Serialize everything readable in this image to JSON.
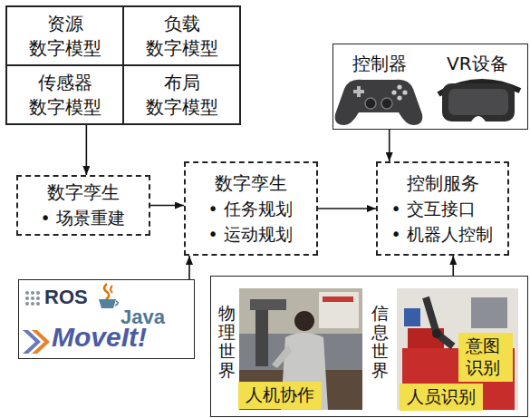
{
  "diagram": {
    "nodes": [
      {
        "text": [
          "资源 数字模型"
        ]
      },
      {
        "text": [
          "负载 数字模型"
        ]
      },
      {
        "text": [
          "传感器 数字模型"
        ]
      },
      {
        "text": [
          "布局 数字模型"
        ]
      },
      {
        "text": [
          "控制器",
          "VR设备"
        ]
      },
      {
        "text": [
          "数字孪生",
          "• 场景重建"
        ]
      },
      {
        "text": [
          "数字孪生",
          "• 任务规划",
          "• 运动规划"
        ]
      },
      {
        "text": [
          "控制服务",
          "• 交互接口",
          "• 机器人控制"
        ]
      },
      {
        "text": [
          "ROS",
          "Java",
          "MoveIt!"
        ]
      },
      {
        "text": [
          "物理世界",
          "信息世界"
        ]
      },
      {
        "text": [
          "人机协作"
        ],
        "in": 9
      },
      {
        "text": [
          "意图识别"
        ],
        "in": 9
      },
      {
        "text": [
          "人员识别"
        ],
        "in": 9
      }
    ],
    "edges": [
      {
        "from": 2,
        "to": 5,
        "arrow": "to"
      },
      {
        "from": 5,
        "to": 6,
        "arrow": "to"
      },
      {
        "from": 6,
        "to": 7,
        "arrow": "to"
      },
      {
        "from": 4,
        "to": 7,
        "arrow": "to"
      },
      {
        "from": 8,
        "to": 6,
        "arrow": "to"
      },
      {
        "from": 9,
        "to": 7,
        "arrow": "to"
      }
    ]
  }
}
